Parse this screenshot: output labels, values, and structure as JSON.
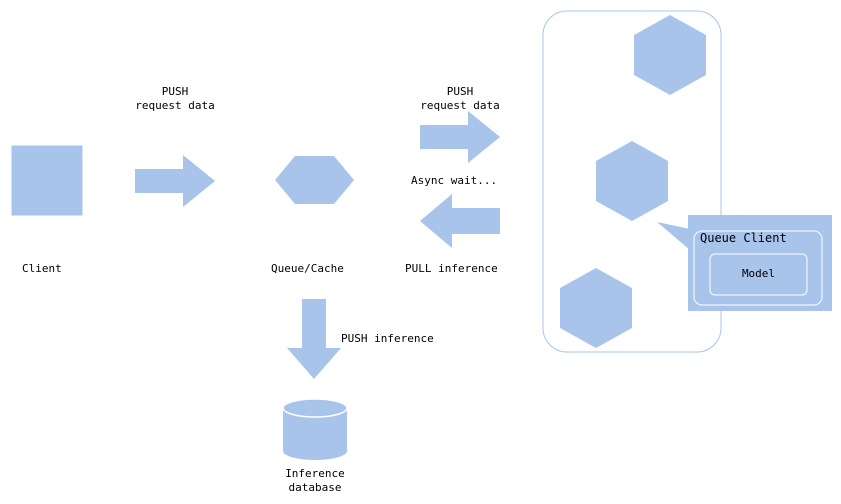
{
  "colors": {
    "fill": "#a9c4eb",
    "panel_stroke": "#a9c4eb",
    "callout_stroke": "#ffffff",
    "text": "#000000"
  },
  "labels": {
    "client": "Client",
    "push_request_1_line1": "PUSH",
    "push_request_1_line2": "request data",
    "queue_cache": "Queue/Cache",
    "push_request_2_line1": "PUSH",
    "push_request_2_line2": "request data",
    "async_wait": "Async wait...",
    "pull_inference": "PULL inference",
    "push_inference": "PUSH inference",
    "database_line1": "Inference",
    "database_line2": "database",
    "queue_client": "Queue Client",
    "model": "Model"
  },
  "shapes": {
    "client_node": "square",
    "queue_node": "hexagon",
    "database_node": "cylinder",
    "worker_nodes": "hexagon",
    "arrows": [
      "push-right",
      "push-right",
      "pull-left",
      "push-down"
    ]
  }
}
